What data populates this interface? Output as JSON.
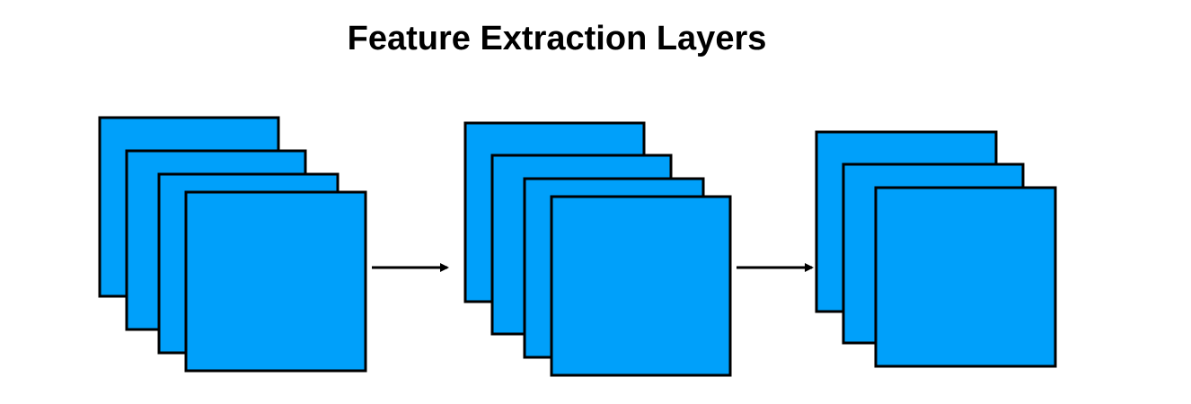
{
  "title": "Feature Extraction Layers",
  "colors": {
    "background": "#ffffff",
    "layer_fill": "#00a0fa",
    "layer_stroke": "#000000",
    "arrow": "#000000",
    "title": "#000000"
  },
  "layer_groups": [
    {
      "name": "group-1",
      "map_count": 4
    },
    {
      "name": "group-2",
      "map_count": 4
    },
    {
      "name": "group-3",
      "map_count": 3
    }
  ],
  "connections": [
    {
      "from": "group-1",
      "to": "group-2"
    },
    {
      "from": "group-2",
      "to": "group-3"
    }
  ]
}
